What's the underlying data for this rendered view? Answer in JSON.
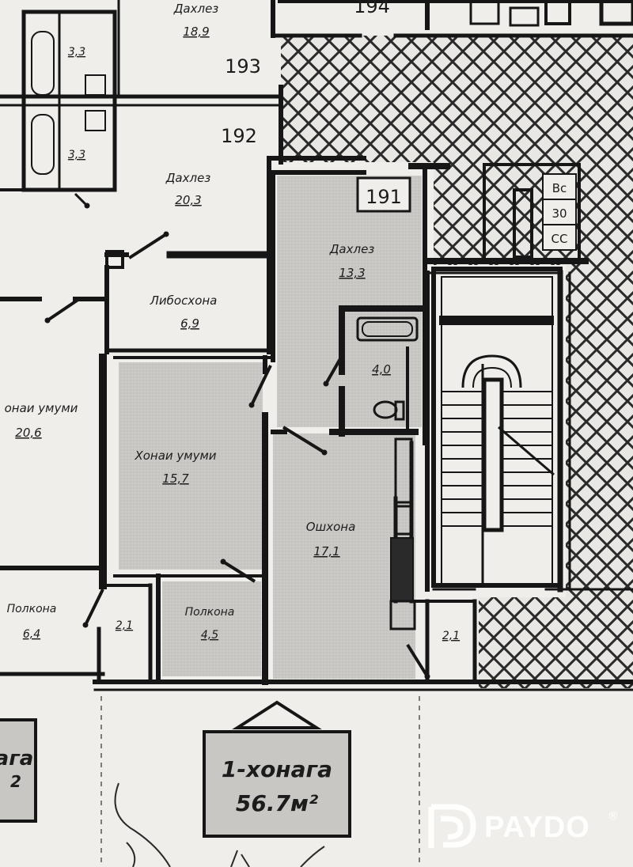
{
  "apartments": {
    "a194": "194",
    "a193": "193",
    "a192": "192",
    "a191": "191"
  },
  "rooms": {
    "dahlez_top": {
      "name": "Дахлез",
      "area": "18,9"
    },
    "bath_a": {
      "area": "3,3"
    },
    "bath_b": {
      "area": "3,3"
    },
    "dahlez_192": {
      "name": "Дахлез",
      "area": "20,3"
    },
    "libos": {
      "name": "Либосхона",
      "area": "6,9"
    },
    "living_left": {
      "name": "онаи умуми",
      "area": "20,6"
    },
    "dahlez_191": {
      "name": "Дахлез",
      "area": "13,3"
    },
    "wc": {
      "area": "4,0"
    },
    "living_191": {
      "name": "Хонаи умуми",
      "area": "15,7"
    },
    "kitchen": {
      "name": "Ошхона",
      "area": "17,1"
    },
    "balcony_left": {
      "name": "Полкона",
      "area": "6,4"
    },
    "vent_left": {
      "area": "2,1"
    },
    "balcony_191": {
      "name": "Полкона",
      "area": "4,5"
    },
    "vent_right": {
      "area": "2,1"
    }
  },
  "utilities": [
    "Вс",
    "30",
    "СС"
  ],
  "summary": {
    "line1": "1-хонага",
    "line2": "56.7м²"
  },
  "left_card": {
    "line1": "ага",
    "line2": "2"
  },
  "watermark": {
    "text": "PAYDO",
    "mark": "®"
  },
  "colors": {
    "wall": "#161616",
    "room_fill": "#c8c7c3",
    "paper": "#efeeea",
    "hatch": "#2a2a2a"
  }
}
